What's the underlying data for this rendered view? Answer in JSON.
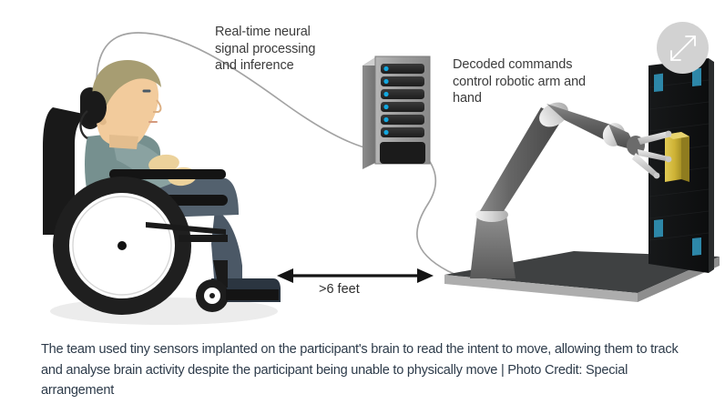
{
  "illustration": {
    "alt_name": "brain-computer-interface-diagram",
    "labels": {
      "neural": "Real-time neural\nsignal processing\nand inference",
      "decoded": "Decoded commands\ncontrol robotic arm and\nhand",
      "distance": ">6 feet"
    },
    "colors": {
      "label_text": "#3b3b3b",
      "caption_text": "#2d3b4a",
      "background": "#ffffff",
      "cable": "#9a9a9a",
      "server_body": "#5a5a5a",
      "server_led": "#12a8e0",
      "panel_dark": "#121212",
      "panel_marker": "#2d87a8",
      "block_yellow": "#d6bb3c",
      "robot_arm": "#5f5f5f",
      "robot_joint": "#d8d8d8",
      "wheelchair_frame": "#1c1c1c",
      "shirt": "#7d9190",
      "trousers": "#53616e",
      "skin": "#f0c79a",
      "hair": "#a39a6f",
      "shadow": "#ececed",
      "expand_button": "#d2d2d2"
    },
    "elements": {
      "person": "seated participant in wheelchair with head-mounted neural implant",
      "server": "tower server with 6 drive bays and cyan status LEDs",
      "robot": "articulated robotic arm with gripper holding a yellow block",
      "panel": "dark vertical board with four teal corner markers on a gray platform",
      "arrow": "double-headed distance arrow between participant and robot"
    },
    "server_led_count": 6,
    "panel_marker_count": 4
  },
  "expand_button": {
    "name": "expand-button",
    "icon": "expand-arrows-icon"
  },
  "caption": {
    "text": "The team used tiny sensors implanted on the participant's brain to read the intent to move, allowing them to track and analyse brain activity despite the participant being unable to physically move | Photo Credit: Special arrangement"
  }
}
